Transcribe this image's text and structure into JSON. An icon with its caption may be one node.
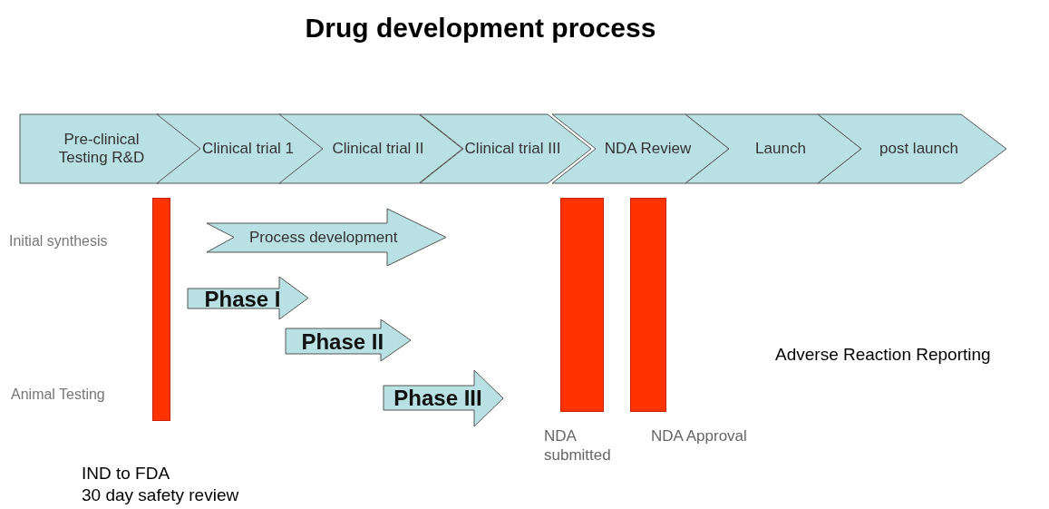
{
  "diagram": {
    "title": "Drug development process",
    "nodes": [
      {
        "text": [
          "Pre-clinical Testing R&D"
        ]
      },
      {
        "text": [
          "Clinical trial 1"
        ]
      },
      {
        "text": [
          "Clinical trial II"
        ]
      },
      {
        "text": [
          "Clinical trial III"
        ]
      },
      {
        "text": [
          "NDA Review"
        ]
      },
      {
        "text": [
          "Launch"
        ]
      },
      {
        "text": [
          "post launch"
        ]
      },
      {
        "text": [],
        "shape": "bar",
        "beside": [
          "IND to FDA",
          "30 day safety review"
        ]
      },
      {
        "text": [
          "Process development"
        ]
      },
      {
        "text": [
          "Phase I"
        ]
      },
      {
        "text": [
          "Phase II"
        ]
      },
      {
        "text": [
          "Phase III"
        ]
      },
      {
        "text": [],
        "shape": "bar",
        "beside": [
          "NDA submitted"
        ]
      },
      {
        "text": [],
        "shape": "bar",
        "beside": [
          "NDA Approval"
        ]
      }
    ],
    "edges": [],
    "labels": [
      "Initial synthesis",
      "Animal Testing",
      "Adverse Reaction Reporting"
    ]
  }
}
